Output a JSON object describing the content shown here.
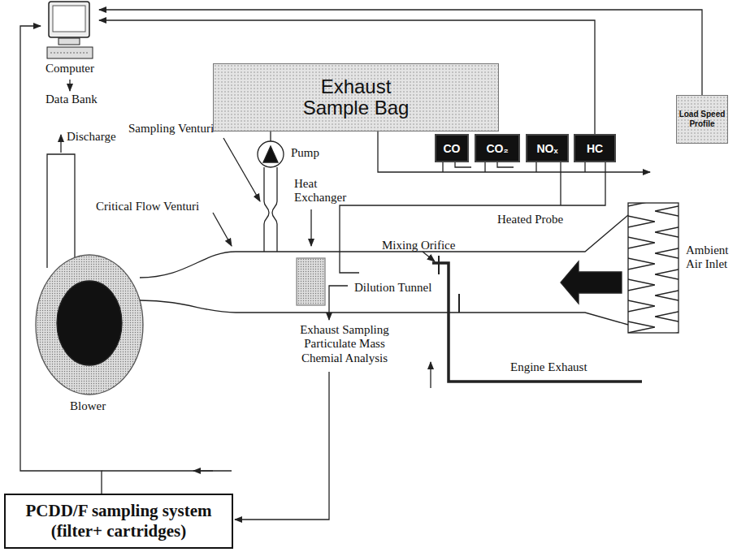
{
  "diagram": {
    "nodes": [
      {
        "text": [
          "Computer"
        ]
      },
      {
        "text": [
          "Exhaust Sample Bag"
        ]
      },
      {
        "text": [
          "Load Speed Profile"
        ]
      },
      {
        "text": [
          "CO"
        ]
      },
      {
        "text": [
          "CO₂"
        ]
      },
      {
        "text": [
          "NOₓ"
        ]
      },
      {
        "text": [
          "HC"
        ]
      },
      {
        "text": [
          "PCDD/F sampling system (filter+ cartridges)"
        ]
      }
    ],
    "edges": [
      {
        "from": 2,
        "to": 0,
        "arrow": "to"
      },
      {
        "from": 6,
        "to": 0,
        "arrow": "to"
      },
      {
        "from": 7,
        "to": 0,
        "arrow": "to"
      }
    ],
    "labels": [
      "Data Bank",
      "Discharge",
      "Sampling Venturi",
      "Pump",
      "Heat Exchanger",
      "Critical Flow Venturi",
      "Mixing Orifice",
      "Heated Probe",
      "Ambient Air Inlet",
      "Dilution Tunnel",
      "Exhaust Sampling Particulate Mass Chemial Analysis",
      "Blower",
      "Engine Exhaust"
    ]
  }
}
